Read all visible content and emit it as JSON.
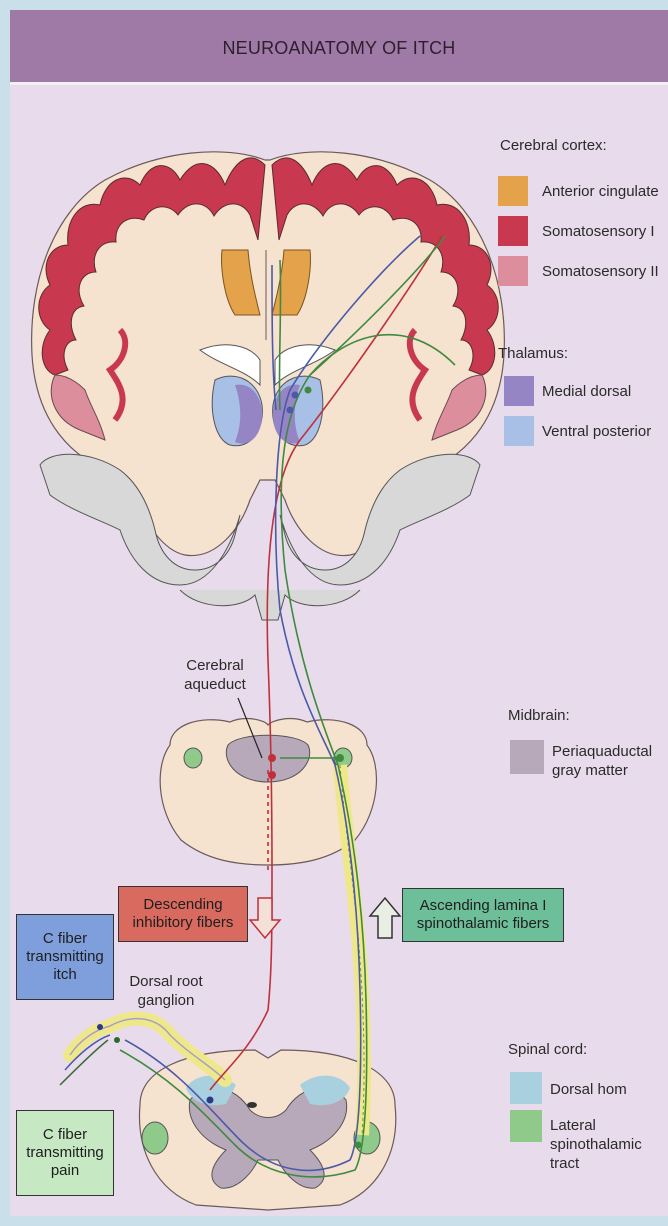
{
  "title": "NEUROANATOMY OF ITCH",
  "legend": {
    "cortex": {
      "heading": "Cerebral cortex:",
      "items": [
        {
          "label": "Anterior cingulate",
          "color": "#e4a24a"
        },
        {
          "label": "Somatosensory I",
          "color": "#c8394f"
        },
        {
          "label": "Somatosensory II",
          "color": "#dd8e9c"
        }
      ]
    },
    "thalamus": {
      "heading": "Thalamus:",
      "items": [
        {
          "label": "Medial dorsal",
          "color": "#9585c4"
        },
        {
          "label": "Ventral posterior",
          "color": "#a8bfe6"
        }
      ]
    },
    "midbrain": {
      "heading": "Midbrain:",
      "items": [
        {
          "label": "Periaquaductal gray matter",
          "color": "#b7a8ba"
        }
      ]
    },
    "spinal": {
      "heading": "Spinal cord:",
      "items": [
        {
          "label": "Dorsal hom",
          "color": "#a9d0de"
        },
        {
          "label": "Lateral spinothalamic tract",
          "color": "#8fca8a"
        }
      ]
    }
  },
  "annotations": {
    "aqueduct": "Cerebral aqueduct",
    "dorsal_root": "Dorsal root ganglion"
  },
  "boxes": {
    "descending": {
      "text": "Descending inhibitory fibers",
      "color": "#d96a5f"
    },
    "ascending": {
      "text": "Ascending lamina I spinothalamic fibers",
      "color": "#6dbf9a"
    },
    "itch": {
      "text": "C fiber transmitting itch",
      "color": "#7f9fdc"
    },
    "pain": {
      "text": "C fiber transmitting pain",
      "color": "#c6e8c2"
    }
  }
}
